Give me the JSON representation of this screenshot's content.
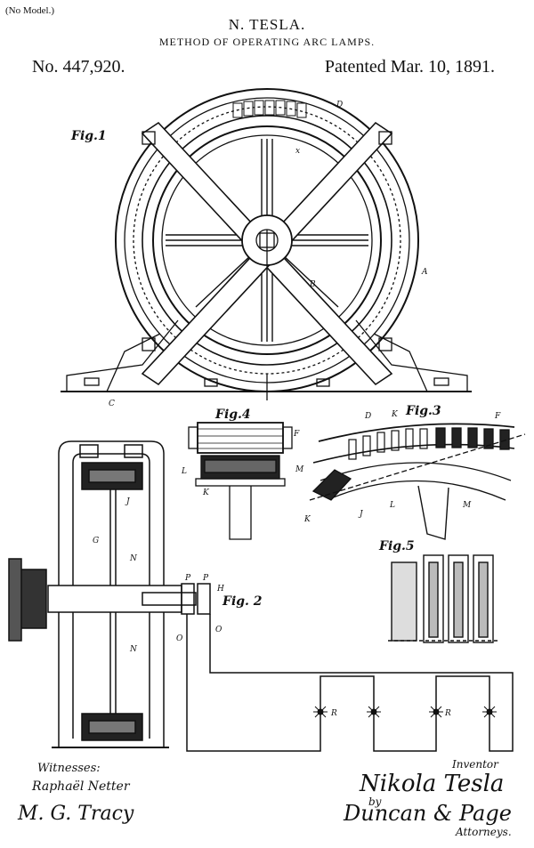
{
  "header": {
    "model_note": "(No Model.)",
    "inventor": "N. TESLA.",
    "title": "METHOD OF OPERATING ARC LAMPS.",
    "patent_number": "No. 447,920.",
    "patent_date": "Patented Mar. 10, 1891."
  },
  "figures": {
    "fig1": "Fig.1",
    "fig2": "Fig. 2",
    "fig3": "Fig.3",
    "fig4": "Fig.4",
    "fig5": "Fig.5"
  },
  "labels": {
    "D_fig1": "D",
    "x": "x",
    "A": "A",
    "B": "B",
    "C": "C",
    "F4": "F",
    "L4": "L",
    "M4": "M",
    "K4": "K",
    "D3": "D",
    "K3": "K",
    "F3": "F",
    "K3b": "K",
    "J3": "J",
    "L3": "L",
    "M3": "M",
    "J2": "J",
    "G": "G",
    "N1": "N",
    "N2": "N",
    "P1": "P",
    "P2": "P",
    "H": "H",
    "O1": "O",
    "O2": "O",
    "R1": "R",
    "R2": "R"
  },
  "signatures": {
    "witnesses_label": "Witnesses:",
    "witness1": "Raphaël Netter",
    "witness2": "M. G. Tracy",
    "inventor_label": "Inventor",
    "inventor_sig": "Nikola Tesla",
    "by": "by",
    "attorneys_sig": "Duncan & Page",
    "attorneys_label": "Attorneys."
  }
}
